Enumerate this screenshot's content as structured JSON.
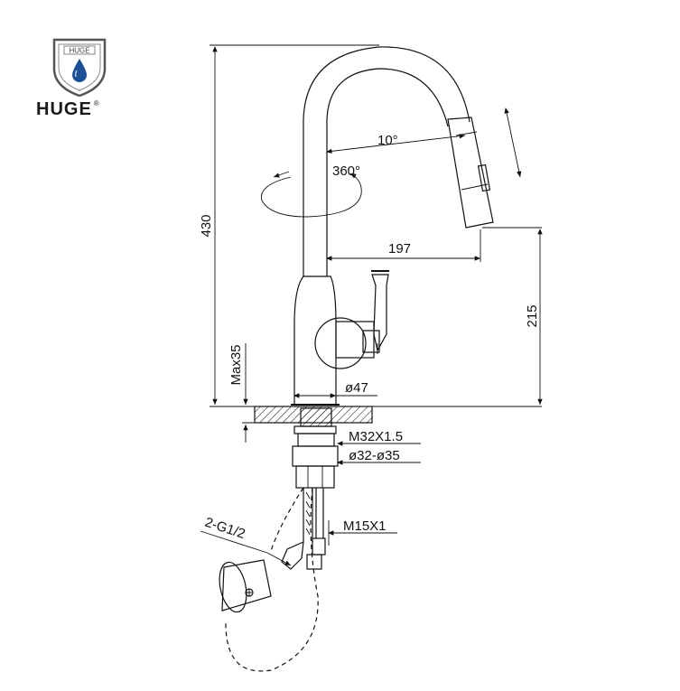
{
  "brand": {
    "logo_text": "HUGE",
    "name": "HUGE",
    "registered_mark": "®",
    "emblem_icon": "shield-water-drop-icon"
  },
  "dimensions": {
    "height_total": "430",
    "spout_angle": "10°",
    "rotation": "360°",
    "reach": "197",
    "spout_height": "215",
    "max_deck": "Max35",
    "base_diameter": "ø47",
    "thread": "M32X1.5",
    "hole_diameter": "ø32-ø35",
    "hose_thread": "M15X1",
    "inlet": "2-G1/2"
  }
}
